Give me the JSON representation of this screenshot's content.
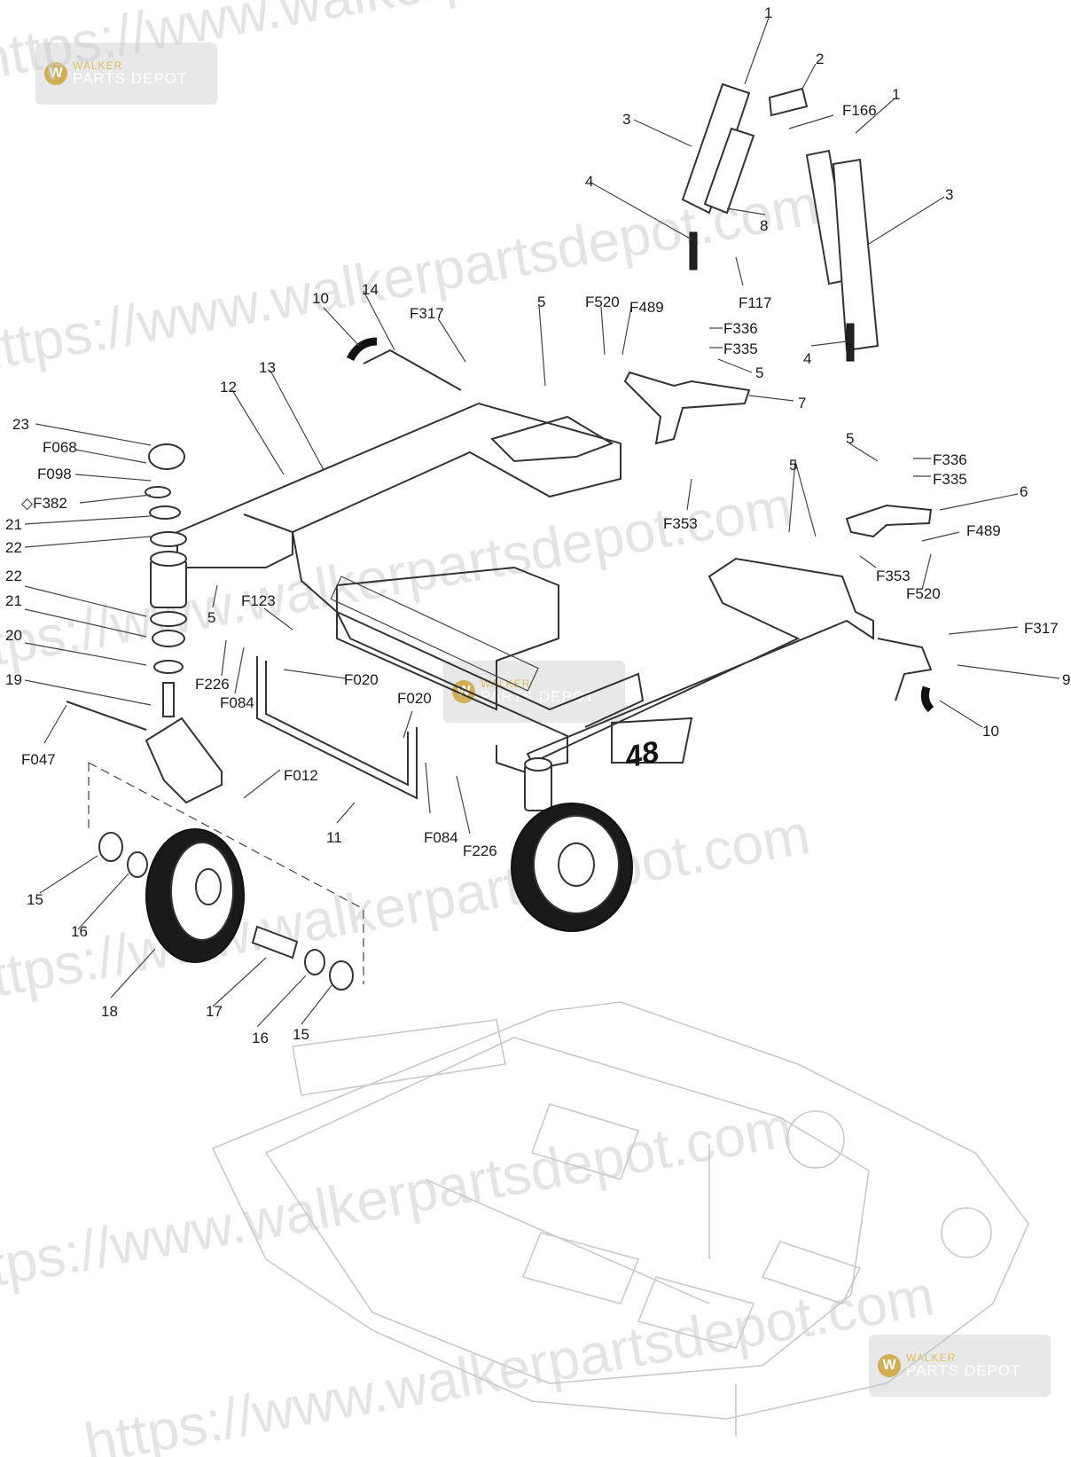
{
  "watermark": {
    "url_text": "https://www.walkerpartsdepot.com",
    "brand_top": "WALKER",
    "brand_bottom": "PARTS DEPOT",
    "logo_letter": "W"
  },
  "deck_number": "48",
  "callouts": {
    "c1a": "1",
    "c2": "2",
    "cF166": "F166",
    "c1b": "1",
    "c3a": "3",
    "c3b": "3",
    "c4a": "4",
    "c8": "8",
    "cF117": "F117",
    "c4b": "4",
    "c10a": "10",
    "c14": "14",
    "cF317a": "F317",
    "c5a": "5",
    "cF520a": "F520",
    "cF489a": "F489",
    "cF336a": "F336",
    "cF335a": "F335",
    "c5b": "5",
    "c7": "7",
    "cF353a": "F353",
    "c12": "12",
    "c13": "13",
    "c23": "23",
    "cF068": "F068",
    "cF098": "F098",
    "cF382": "◇F382",
    "c21a": "21",
    "c22a": "22",
    "c22b": "22",
    "c21b": "21",
    "c20": "20",
    "c19": "19",
    "cF047": "F047",
    "c5c": "5",
    "cF123": "F123",
    "cF226a": "F226",
    "cF084a": "F084",
    "cF020a": "F020",
    "cF020b": "F020",
    "cF012": "F012",
    "c11": "11",
    "cF084b": "F084",
    "cF226b": "F226",
    "c5d": "5",
    "cF336b": "F336",
    "cF335b": "F335",
    "c6": "6",
    "c5e": "5",
    "cF489b": "F489",
    "cF353b": "F353",
    "cF520b": "F520",
    "cF317b": "F317",
    "c9": "9",
    "c10b": "10",
    "c15a": "15",
    "c16a": "16",
    "c18": "18",
    "c17": "17",
    "c16b": "16",
    "c15b": "15"
  }
}
